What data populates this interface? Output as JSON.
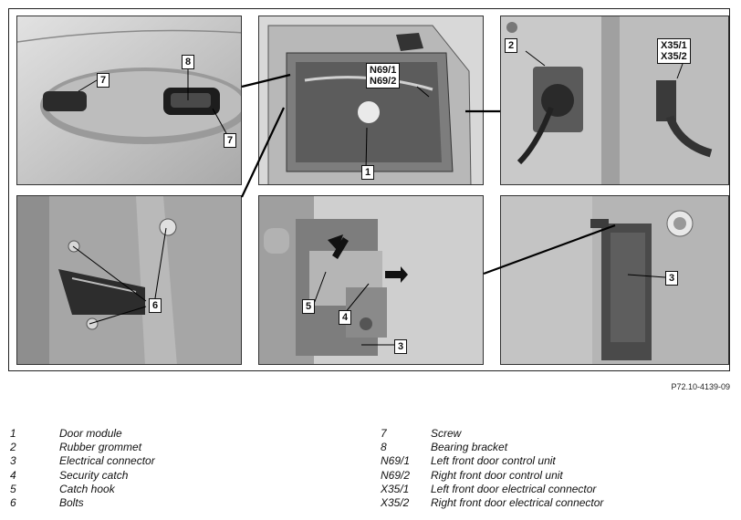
{
  "figure_id": "P72.10-4139-09",
  "callouts": {
    "c1": "1",
    "c2": "2",
    "c3a": "3",
    "c3b": "3",
    "c4": "4",
    "c5": "5",
    "c6": "6",
    "c7a": "7",
    "c7b": "7",
    "c8": "8",
    "n69": "N69/1\nN69/2",
    "x35": "X35/1\nX35/2"
  },
  "legend_left": [
    {
      "num": "1",
      "text": "Door module"
    },
    {
      "num": "2",
      "text": "Rubber grommet"
    },
    {
      "num": "3",
      "text": "Electrical connector"
    },
    {
      "num": "4",
      "text": "Security catch"
    },
    {
      "num": "5",
      "text": "Catch hook"
    },
    {
      "num": "6",
      "text": "Bolts"
    }
  ],
  "legend_right": [
    {
      "num": "7",
      "text": "Screw"
    },
    {
      "num": "8",
      "text": "Bearing bracket"
    },
    {
      "num": "N69/1",
      "text": "Left front door control unit"
    },
    {
      "num": "N69/2",
      "text": "Right front door control unit"
    },
    {
      "num": "X35/1",
      "text": "Left front door electrical connector"
    },
    {
      "num": "X35/2",
      "text": "Right front door electrical connector"
    }
  ]
}
